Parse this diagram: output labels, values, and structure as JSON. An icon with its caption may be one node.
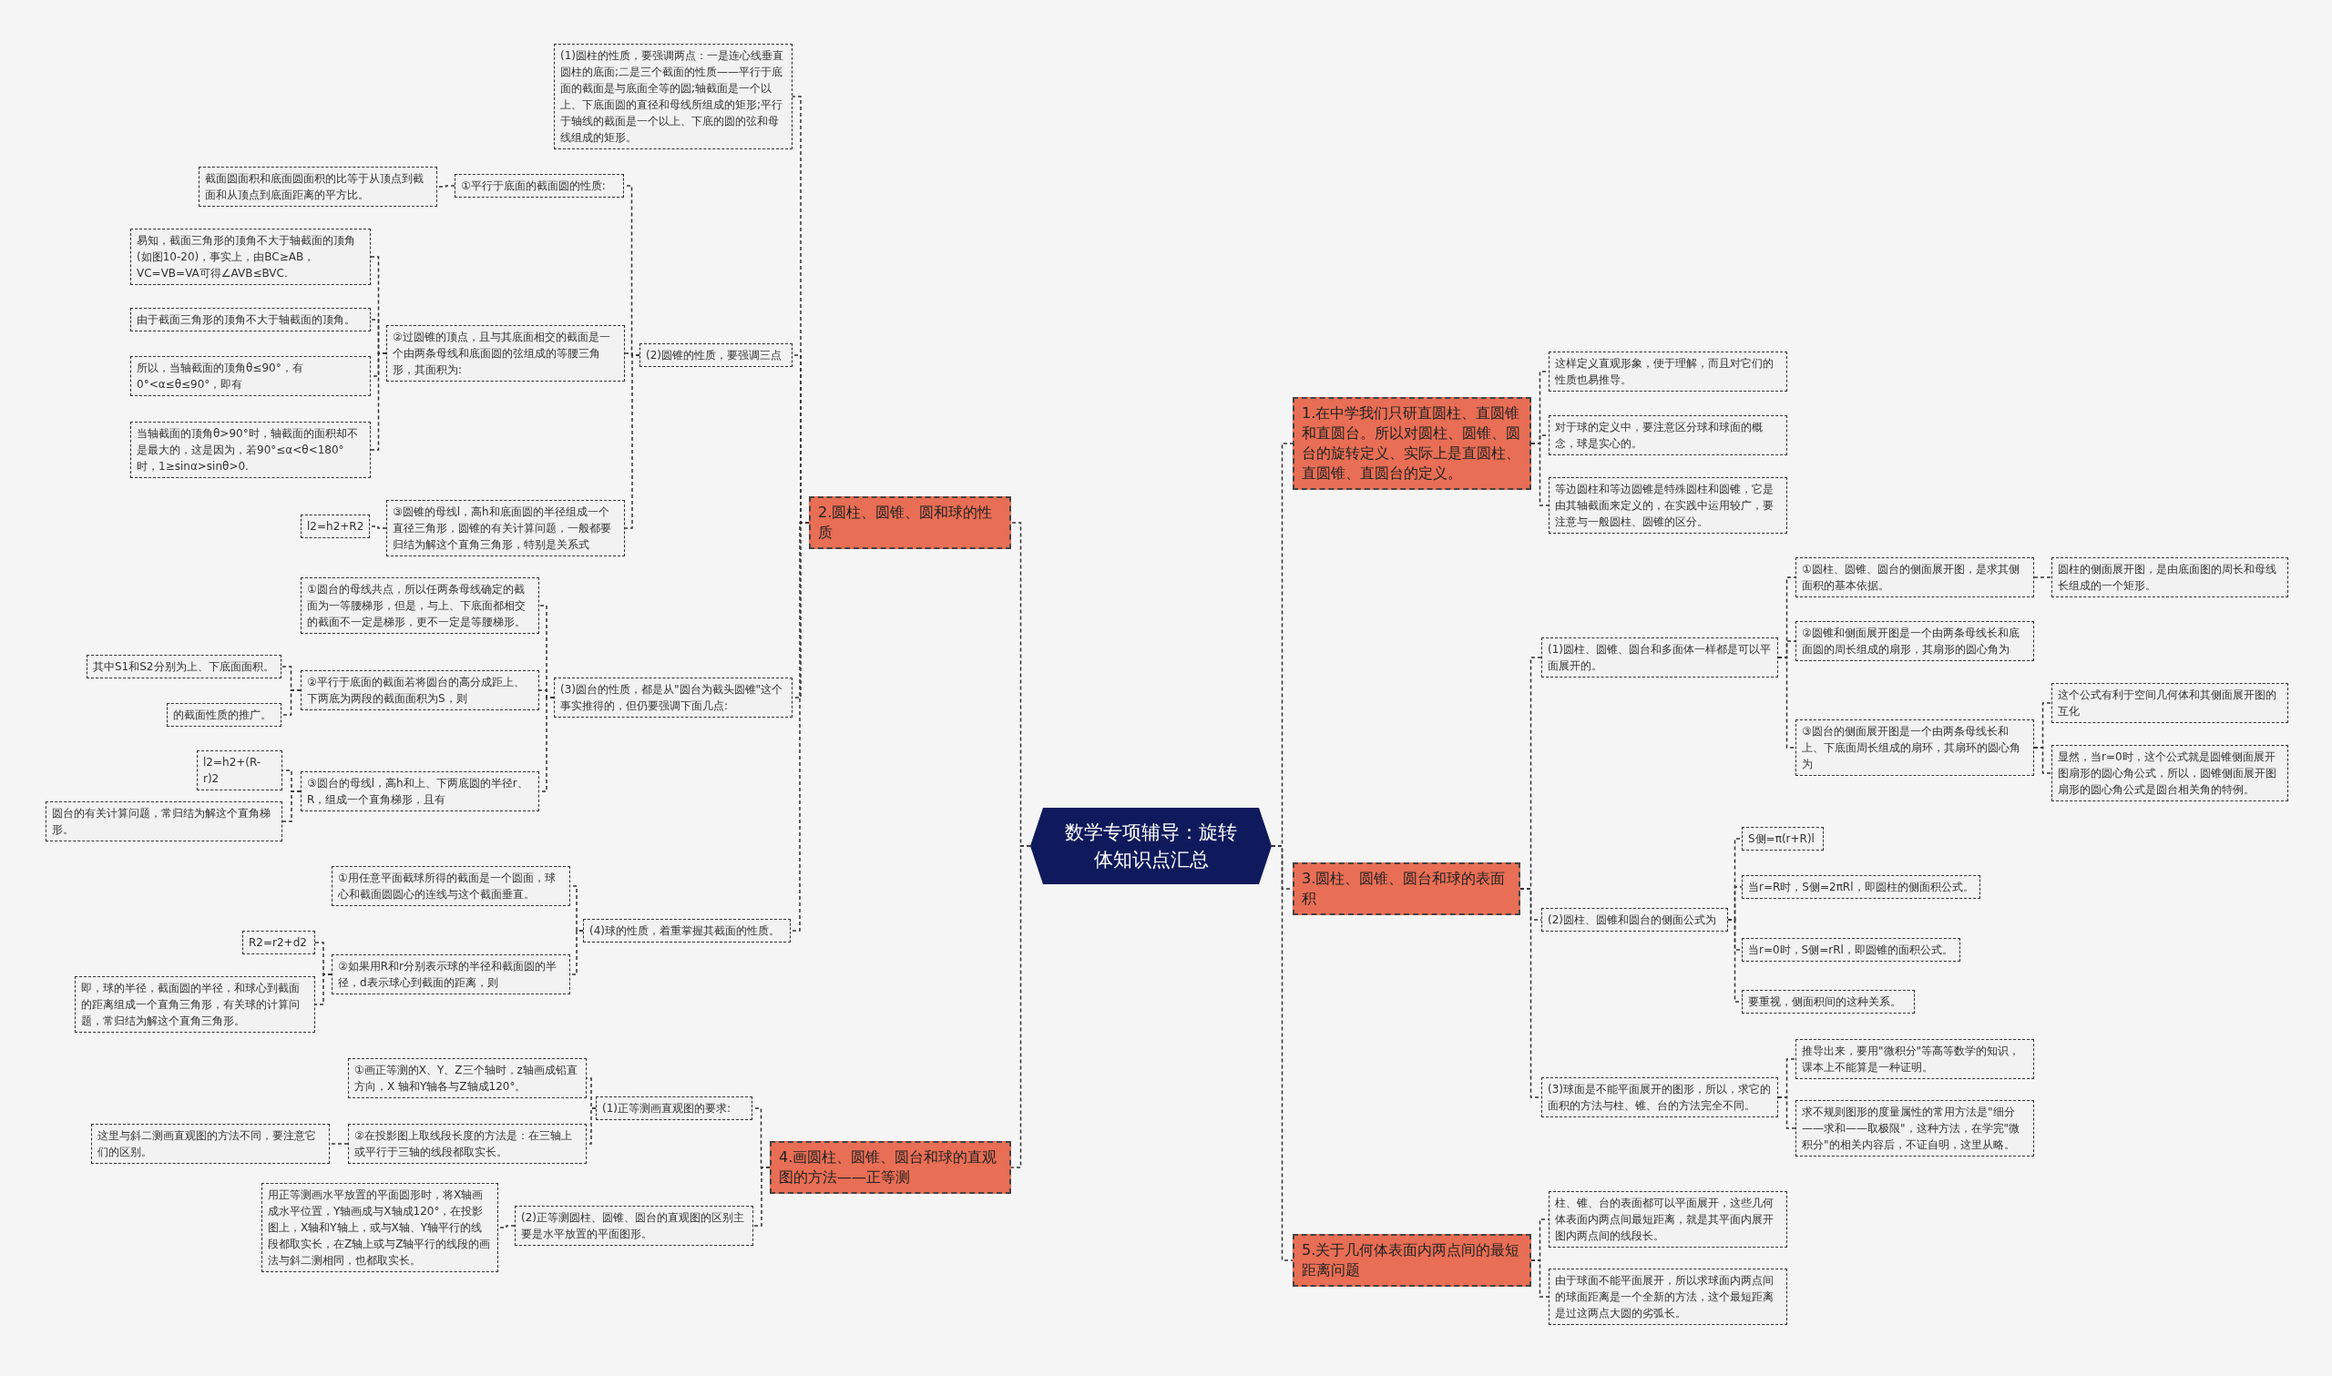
{
  "diagram": {
    "nodes": [
      {
        "text": [
          "数学专项辅导：旋转体知识点汇总"
        ]
      },
      {
        "text": [
          "1.在中学我们只研直圆柱、直圆锥和直圆台。所以对圆柱、圆锥、圆台的旋转定义、实际上是直圆柱、直圆锥、直圆台的定义。"
        ]
      },
      {
        "text": [
          "这样定义直观形象，便于理解，而且对它们的性质也易推导。"
        ]
      },
      {
        "text": [
          "对于球的定义中，要注意区分球和球面的概念，球是实心的。"
        ]
      },
      {
        "text": [
          "等边圆柱和等边圆锥是特殊圆柱和圆锥，它是由其轴截面来定义的，在实践中运用较广，要注意与一般圆柱、圆锥的区分。"
        ]
      },
      {
        "text": [
          "3.圆柱、圆锥、圆台和球的表面积"
        ]
      },
      {
        "text": [
          "(1)圆柱、圆锥、圆台和多面体一样都是可以平面展开的。"
        ]
      },
      {
        "text": [
          "①圆柱、圆锥、圆台的侧面展开图，是求其侧面积的基本依据。"
        ]
      },
      {
        "text": [
          "圆柱的侧面展开图，是由底面图的周长和母线长组成的一个矩形。"
        ]
      },
      {
        "text": [
          "②圆锥和侧面展开图是一个由两条母线长和底面圆的周长组成的扇形，其扇形的圆心角为"
        ]
      },
      {
        "text": [
          "③圆台的侧面展开图是一个由两条母线长和上、下底面周长组成的扇环，其扇环的圆心角为"
        ]
      },
      {
        "text": [
          "这个公式有利于空间几何体和其侧面展开图的互化"
        ]
      },
      {
        "text": [
          "显然，当r=0时，这个公式就是圆锥侧面展开图扇形的圆心角公式，所以，圆锥侧面展开图扇形的圆心角公式是圆台相关角的特例。"
        ]
      },
      {
        "text": [
          "(2)圆柱、圆锥和圆台的侧面公式为"
        ]
      },
      {
        "text": [
          "S侧=π(r+R)l"
        ]
      },
      {
        "text": [
          "当r=R时，S侧=2πRl，即圆柱的侧面积公式。"
        ]
      },
      {
        "text": [
          "当r=0时，S侧=rRl，即圆锥的面积公式。"
        ]
      },
      {
        "text": [
          "要重视，侧面积间的这种关系。"
        ]
      },
      {
        "text": [
          "(3)球面是不能平面展开的图形，所以，求它的面积的方法与柱、锥、台的方法完全不同。"
        ]
      },
      {
        "text": [
          "推导出来，要用\"微积分\"等高等数学的知识，课本上不能算是一种证明。"
        ]
      },
      {
        "text": [
          "求不规则图形的度量属性的常用方法是\"细分——求和——取极限\"，这种方法，在学完\"微积分\"的相关内容后，不证自明，这里从略。"
        ]
      },
      {
        "text": [
          "5.关于几何体表面内两点间的最短距离问题"
        ]
      },
      {
        "text": [
          "柱、锥、台的表面都可以平面展开，这些几何体表面内两点间最短距离，就是其平面内展开图内两点间的线段长。"
        ]
      },
      {
        "text": [
          "由于球面不能平面展开，所以求球面内两点间的球面距离是一个全新的方法，这个最短距离是过这两点大圆的劣弧长。"
        ]
      },
      {
        "text": [
          "2.圆柱、圆锥、圆和球的性质"
        ]
      },
      {
        "text": [
          "(1)圆柱的性质，要强调两点：一是连心线垂直圆柱的底面;二是三个截面的性质——平行于底面的截面是与底面全等的圆;轴截面是一个以上、下底面圆的直径和母线所组成的矩形;平行于轴线的截面是一个以上、下底的圆的弦和母线组成的矩形。"
        ]
      },
      {
        "text": [
          "(2)圆锥的性质，要强调三点"
        ]
      },
      {
        "text": [
          "①平行于底面的截面圆的性质:"
        ]
      },
      {
        "text": [
          "截面圆面积和底面圆面积的比等于从顶点到截面和从顶点到底面距离的平方比。"
        ]
      },
      {
        "text": [
          "②过圆锥的顶点，且与其底面相交的截面是一个由两条母线和底面圆的弦组成的等腰三角形，其面积为:"
        ]
      },
      {
        "text": [
          "易知，截面三角形的顶角不大于轴截面的顶角(如图10-20)，事实上，由BC≥AB，VC=VB=VA可得∠AVB≤BVC."
        ]
      },
      {
        "text": [
          "由于截面三角形的顶角不大于轴截面的顶角。"
        ]
      },
      {
        "text": [
          "所以，当轴截面的顶角θ≤90°，有0°<α≤θ≤90°，即有"
        ]
      },
      {
        "text": [
          "当轴截面的顶角θ>90°时，轴截面的面积却不是最大的，这是因为，若90°≤α<θ<180°时，1≥sinα>sinθ>0."
        ]
      },
      {
        "text": [
          "③圆锥的母线l，高h和底面圆的半径组成一个直径三角形，圆锥的有关计算问题，一般都要归结为解这个直角三角形，特别是关系式"
        ]
      },
      {
        "text": [
          "l2=h2+R2"
        ]
      },
      {
        "text": [
          "(3)圆台的性质，都是从\"圆台为截头圆锥\"这个事实推得的，但仍要强调下面几点:"
        ]
      },
      {
        "text": [
          "①圆台的母线共点，所以任两条母线确定的截面为一等腰梯形，但是，与上、下底面都相交的截面不一定是梯形，更不一定是等腰梯形。"
        ]
      },
      {
        "text": [
          "②平行于底面的截面若将圆台的高分成距上、下两底为两段的截面面积为S，则"
        ]
      },
      {
        "text": [
          "其中S1和S2分别为上、下底面面积。"
        ]
      },
      {
        "text": [
          "的截面性质的推广。"
        ]
      },
      {
        "text": [
          "③圆台的母线l，高h和上、下两底圆的半径r、R，组成一个直角梯形，且有"
        ]
      },
      {
        "text": [
          "l2=h2+(R-r)2"
        ]
      },
      {
        "text": [
          "圆台的有关计算问题，常归结为解这个直角梯形。"
        ]
      },
      {
        "text": [
          "(4)球的性质，着重掌握其截面的性质。"
        ]
      },
      {
        "text": [
          "①用任意平面截球所得的截面是一个圆面，球心和截面圆圆心的连线与这个截面垂直。"
        ]
      },
      {
        "text": [
          "②如果用R和r分别表示球的半径和截面圆的半径，d表示球心到截面的距离，则"
        ]
      },
      {
        "text": [
          "R2=r2+d2"
        ]
      },
      {
        "text": [
          "即，球的半径，截面圆的半径，和球心到截面的距离组成一个直角三角形，有关球的计算问题，常归结为解这个直角三角形。"
        ]
      },
      {
        "text": [
          "4.画圆柱、圆锥、圆台和球的直观图的方法——正等测"
        ]
      },
      {
        "text": [
          "(1)正等测画直观图的要求:"
        ]
      },
      {
        "text": [
          "①画正等测的X、Y、Z三个轴时，z轴画成铅直方向，X 轴和Y轴各与Z轴成120°。"
        ]
      },
      {
        "text": [
          "②在投影图上取线段长度的方法是：在三轴上或平行于三轴的线段都取实长。"
        ]
      },
      {
        "text": [
          "这里与斜二测画直观图的方法不同，要注意它们的区别。"
        ]
      },
      {
        "text": [
          "(2)正等测圆柱、圆锥、圆台的直观图的区别主要是水平放置的平面图形。"
        ]
      },
      {
        "text": [
          "用正等测画水平放置的平面圆形时，将X轴画成水平位置，Y轴画成与X轴成120°，在投影图上，X轴和Y轴上，或与X轴、Y轴平行的线段都取实长，在Z轴上或与Z轴平行的线段的画法与斜二测相同，也都取实长。"
        ]
      }
    ],
    "edges": [
      {
        "from": 0,
        "to": 1,
        "arrow": "none"
      },
      {
        "from": 0,
        "to": 5,
        "arrow": "none"
      },
      {
        "from": 0,
        "to": 21,
        "arrow": "none"
      },
      {
        "from": 0,
        "to": 24,
        "arrow": "none"
      },
      {
        "from": 0,
        "to": 49,
        "arrow": "none"
      },
      {
        "from": 1,
        "to": 2,
        "arrow": "none"
      },
      {
        "from": 1,
        "to": 3,
        "arrow": "none"
      },
      {
        "from": 1,
        "to": 4,
        "arrow": "none"
      },
      {
        "from": 5,
        "to": 6,
        "arrow": "none"
      },
      {
        "from": 5,
        "to": 13,
        "arrow": "none"
      },
      {
        "from": 5,
        "to": 18,
        "arrow": "none"
      },
      {
        "from": 6,
        "to": 7,
        "arrow": "none"
      },
      {
        "from": 6,
        "to": 9,
        "arrow": "none"
      },
      {
        "from": 6,
        "to": 10,
        "arrow": "none"
      },
      {
        "from": 7,
        "to": 8,
        "arrow": "none"
      },
      {
        "from": 10,
        "to": 11,
        "arrow": "none"
      },
      {
        "from": 10,
        "to": 12,
        "arrow": "none"
      },
      {
        "from": 13,
        "to": 14,
        "arrow": "none"
      },
      {
        "from": 13,
        "to": 15,
        "arrow": "none"
      },
      {
        "from": 13,
        "to": 16,
        "arrow": "none"
      },
      {
        "from": 13,
        "to": 17,
        "arrow": "none"
      },
      {
        "from": 18,
        "to": 19,
        "arrow": "none"
      },
      {
        "from": 18,
        "to": 20,
        "arrow": "none"
      },
      {
        "from": 21,
        "to": 22,
        "arrow": "none"
      },
      {
        "from": 21,
        "to": 23,
        "arrow": "none"
      },
      {
        "from": 24,
        "to": 25,
        "arrow": "none"
      },
      {
        "from": 24,
        "to": 26,
        "arrow": "none"
      },
      {
        "from": 24,
        "to": 36,
        "arrow": "none"
      },
      {
        "from": 24,
        "to": 44,
        "arrow": "none"
      },
      {
        "from": 26,
        "to": 27,
        "arrow": "none"
      },
      {
        "from": 26,
        "to": 29,
        "arrow": "none"
      },
      {
        "from": 26,
        "to": 34,
        "arrow": "none"
      },
      {
        "from": 27,
        "to": 28,
        "arrow": "none"
      },
      {
        "from": 29,
        "to": 30,
        "arrow": "none"
      },
      {
        "from": 29,
        "to": 31,
        "arrow": "none"
      },
      {
        "from": 29,
        "to": 32,
        "arrow": "none"
      },
      {
        "from": 29,
        "to": 33,
        "arrow": "none"
      },
      {
        "from": 34,
        "to": 35,
        "arrow": "none"
      },
      {
        "from": 36,
        "to": 37,
        "arrow": "none"
      },
      {
        "from": 36,
        "to": 38,
        "arrow": "none"
      },
      {
        "from": 36,
        "to": 41,
        "arrow": "none"
      },
      {
        "from": 38,
        "to": 39,
        "arrow": "none"
      },
      {
        "from": 38,
        "to": 40,
        "arrow": "none"
      },
      {
        "from": 41,
        "to": 42,
        "arrow": "none"
      },
      {
        "from": 41,
        "to": 43,
        "arrow": "none"
      },
      {
        "from": 44,
        "to": 45,
        "arrow": "none"
      },
      {
        "from": 44,
        "to": 46,
        "arrow": "none"
      },
      {
        "from": 46,
        "to": 47,
        "arrow": "none"
      },
      {
        "from": 46,
        "to": 48,
        "arrow": "none"
      },
      {
        "from": 49,
        "to": 50,
        "arrow": "none"
      },
      {
        "from": 49,
        "to": 54,
        "arrow": "none"
      },
      {
        "from": 50,
        "to": 51,
        "arrow": "none"
      },
      {
        "from": 50,
        "to": 52,
        "arrow": "none"
      },
      {
        "from": 52,
        "to": 53,
        "arrow": "none"
      },
      {
        "from": 54,
        "to": 55,
        "arrow": "none"
      }
    ]
  }
}
